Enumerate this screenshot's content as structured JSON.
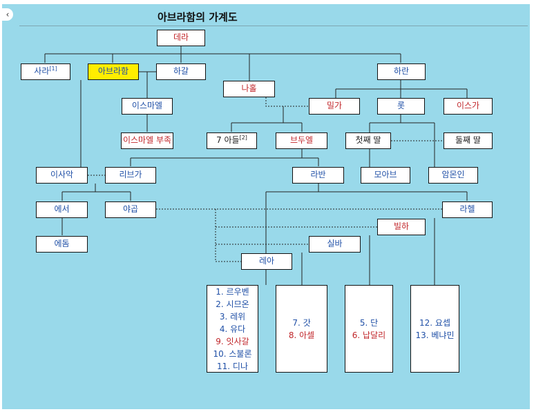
{
  "ui": {
    "back_icon": "chevron-left-icon",
    "back_glyph": "‹",
    "title": "아브라함의 가계도"
  },
  "colors": {
    "background": "#99d9ea",
    "male": "#1f4fa6",
    "female": "#c0262a",
    "highlight": "#ffee00"
  },
  "people": {
    "terah": "데라",
    "sarah": "사라",
    "sarah_note": "[1]",
    "abraham": "아브라함",
    "hagar": "하갈",
    "nahor": "나홀",
    "haran": "하란",
    "ishmael": "이스마엘",
    "milcah": "밀가",
    "lot": "롯",
    "iscah": "이스가",
    "ishmaelites": "이스마엘 부족",
    "seven_sons": "7 아들",
    "seven_sons_note": "[2]",
    "bethuel": "브두엘",
    "first_daughter": "첫째 딸",
    "second_daughter": "둘째 딸",
    "isaac": "이사악",
    "rebekah": "리브가",
    "laban": "라반",
    "moab": "모아브",
    "ammon": "암몬인",
    "esau": "에서",
    "jacob": "야곱",
    "rachel": "라헬",
    "bilhah": "빌하",
    "edom": "에돔",
    "zilpah": "실바",
    "leah": "레아"
  },
  "children_groups": [
    {
      "items": [
        {
          "text": "1. 르우벤",
          "color": "blue"
        },
        {
          "text": "2. 시므온",
          "color": "blue"
        },
        {
          "text": "3. 레위",
          "color": "blue"
        },
        {
          "text": "4. 유다",
          "color": "blue"
        },
        {
          "text": "9. 잇사갈",
          "color": "red"
        },
        {
          "text": "10. 스불론",
          "color": "blue"
        },
        {
          "text": "11. 디나",
          "color": "blue"
        }
      ]
    },
    {
      "items": [
        {
          "text": "7. 갓",
          "color": "blue"
        },
        {
          "text": "8. 아셀",
          "color": "red"
        }
      ]
    },
    {
      "items": [
        {
          "text": "5. 단",
          "color": "blue"
        },
        {
          "text": "6. 납달리",
          "color": "red"
        }
      ]
    },
    {
      "items": [
        {
          "text": "12. 요셉",
          "color": "blue"
        },
        {
          "text": "13. 베냐민",
          "color": "blue"
        }
      ]
    }
  ]
}
